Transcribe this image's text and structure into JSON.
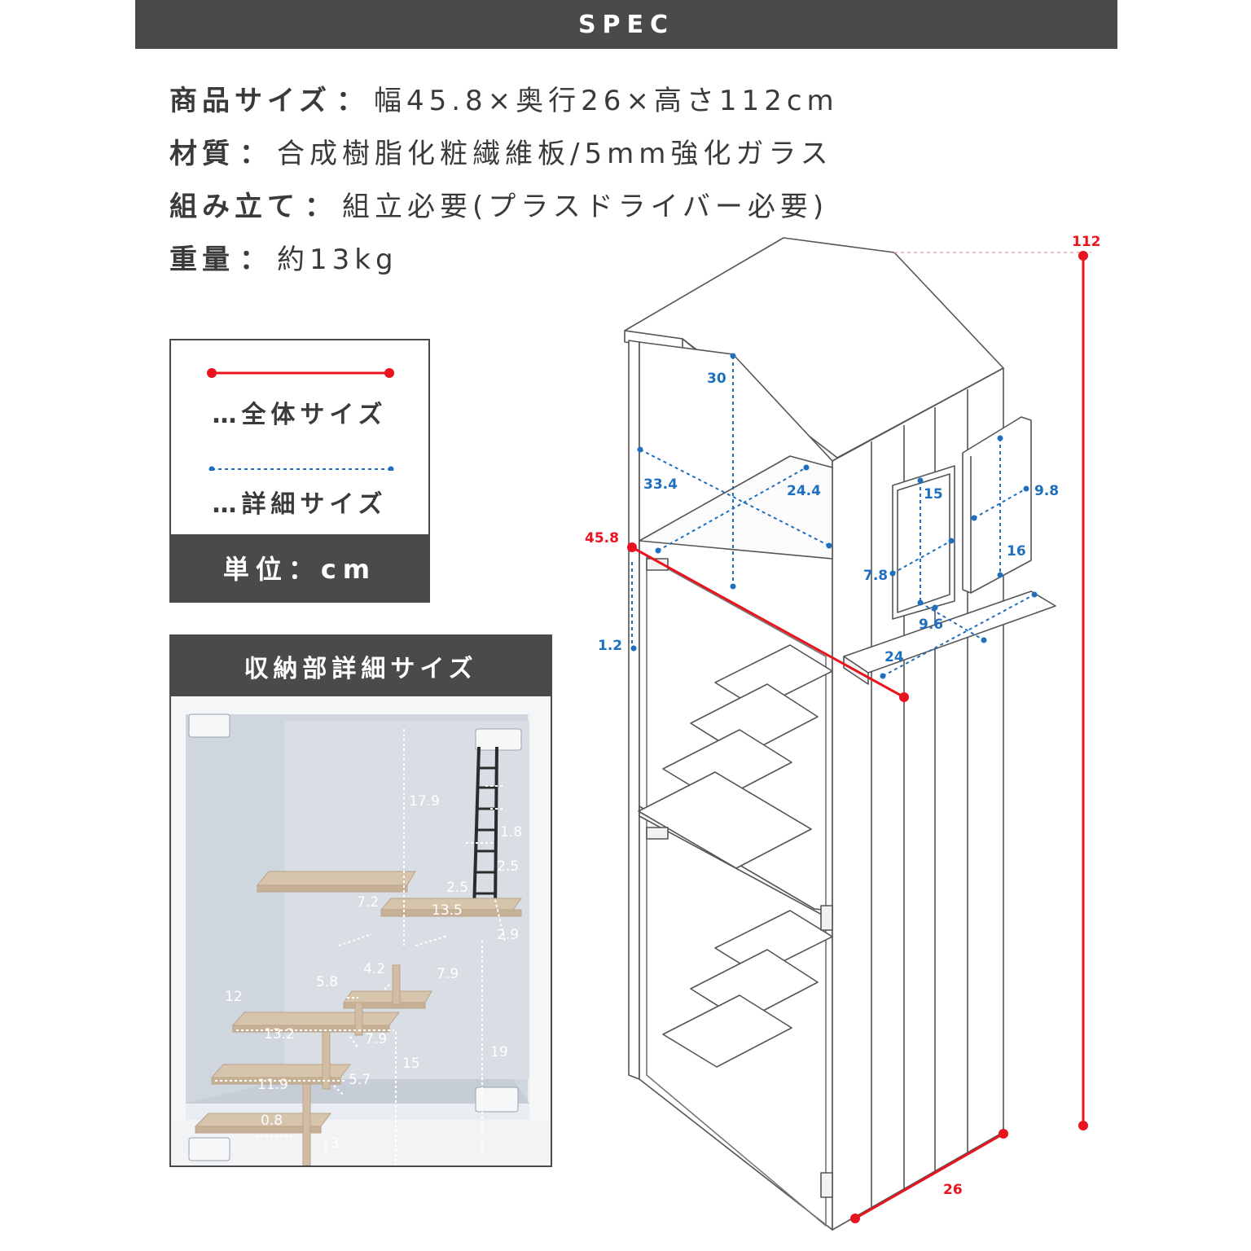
{
  "header": {
    "title": "SPEC"
  },
  "specs": [
    {
      "key": "商品サイズ",
      "sep": "：",
      "value": "幅45.8×奥行26×高さ112cm"
    },
    {
      "key": "材質",
      "sep": "：",
      "value": "合成樹脂化粧繊維板/5mm強化ガラス"
    },
    {
      "key": "組み立て",
      "sep": "：",
      "value": "組立必要(プラスドライバー必要)"
    },
    {
      "key": "重量",
      "sep": "：",
      "value": "約13kg"
    }
  ],
  "legend": {
    "overall_label": "…全体サイズ",
    "detail_label": "…詳細サイズ",
    "unit_label": "単位：cm",
    "overall_color": "#e8141e",
    "detail_color": "#1f6fbf"
  },
  "storage_detail": {
    "title": "収納部詳細サイズ",
    "dims": {
      "d17_9": "17.9",
      "d1_8": "1.8",
      "d2_5a": "2.5",
      "d2_5b": "2.5",
      "d7_2": "7.2",
      "d13_5": "13.5",
      "d2_9": "2.9",
      "d4_2": "4.2",
      "d5_8": "5.8",
      "d7_9a": "7.9",
      "d12": "12",
      "d13_2": "13.2",
      "d7_9b": "7.9",
      "d15": "15",
      "d19": "19",
      "d11_9": "11.9",
      "d5_7": "5.7",
      "d0_8": "0.8",
      "d3": "3"
    }
  },
  "diagram": {
    "overall": {
      "height": "112",
      "width": "45.8",
      "depth": "26"
    },
    "detail": {
      "d30": "30",
      "d33_4": "33.4",
      "d24_4": "24.4",
      "d1_2": "1.2",
      "d15": "15",
      "d9_8": "9.8",
      "d16": "16",
      "d7_8": "7.8",
      "d9_6": "9.6",
      "d24": "24"
    }
  }
}
